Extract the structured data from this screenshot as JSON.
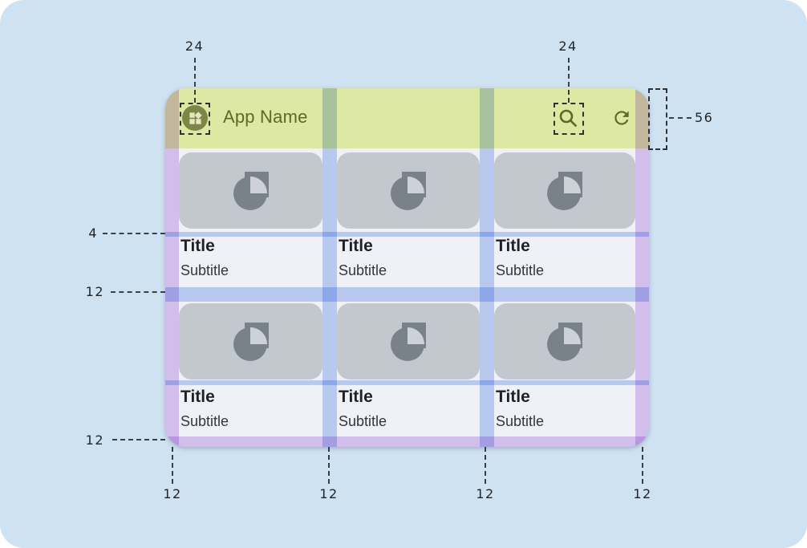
{
  "appbar": {
    "app_name": "App Name"
  },
  "cards": [
    {
      "title": "Title",
      "subtitle": "Subtitle"
    },
    {
      "title": "Title",
      "subtitle": "Subtitle"
    },
    {
      "title": "Title",
      "subtitle": "Subtitle"
    },
    {
      "title": "Title",
      "subtitle": "Subtitle"
    },
    {
      "title": "Title",
      "subtitle": "Subtitle"
    },
    {
      "title": "Title",
      "subtitle": "Subtitle"
    }
  ],
  "annotations": {
    "app_icon_size": "24",
    "action_icon_size": "24",
    "appbar_height": "56",
    "image_text_gap": "4",
    "row_gap": "12",
    "bottom_margin": "12",
    "column_gaps": [
      "12",
      "12",
      "12",
      "12"
    ]
  },
  "icons": {
    "app": "widgets-icon",
    "search": "search-icon",
    "refresh": "refresh-icon",
    "card_placeholder": "media-placeholder-icon"
  },
  "colors": {
    "canvas_bg": "#cfe2f1",
    "appbar_green": "#dde8a3",
    "olive_icon_text": "#5c6a26",
    "app_icon_circle": "#7d8647",
    "card_image_gray": "#c3c8ce",
    "card_glyph_gray": "#7a8289",
    "frame_surface": "#eff1f6",
    "margin_overlay_purple": "rgba(153,75,217,0.30)",
    "gutter_overlay_blue": "rgba(73,126,235,0.33)",
    "annotation_ink": "#212529"
  }
}
